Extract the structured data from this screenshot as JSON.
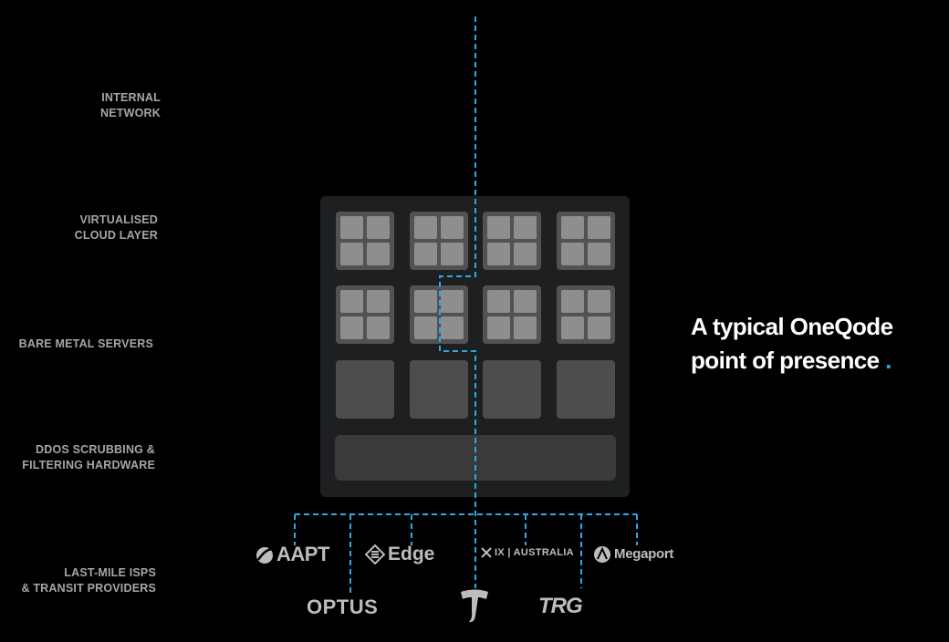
{
  "layers": [
    {
      "id": "internal",
      "label": "INTERNAL\nNETWORK"
    },
    {
      "id": "cloud",
      "label": "VIRTUALISED\nCLOUD LAYER"
    },
    {
      "id": "bare-metal",
      "label": "BARE METAL SERVERS"
    },
    {
      "id": "ddos",
      "label": "DDOS SCRUBBING &\nFILTERING HARDWARE"
    },
    {
      "id": "isps",
      "label": "LAST-MILE ISPS\n& TRANSIT PROVIDERS"
    }
  ],
  "headline": {
    "line1": "A typical OneQode",
    "line2": "point of presence",
    "dot": "."
  },
  "providers": {
    "aapt": "AAPT",
    "edge": "Edge",
    "ix": "IX | AUSTRALIA",
    "megaport": "Megaport",
    "optus": "OPTUS",
    "trg": "TRG"
  },
  "icons": {
    "aapt": "swoosh-icon",
    "edge": "diamond-icon",
    "ix": "ix-mark-icon",
    "megaport": "megaport-mark-icon",
    "telstra": "telstra-t-icon"
  },
  "colors": {
    "background": "#000000",
    "connector": "#2aa9e8",
    "label": "#a6a6a6",
    "panel": "#1e1f21"
  }
}
